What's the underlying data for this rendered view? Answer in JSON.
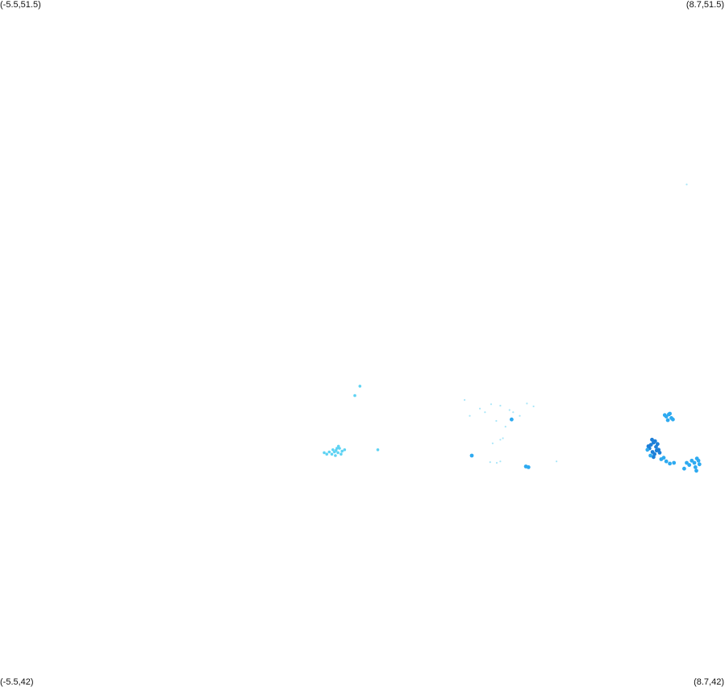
{
  "map": {
    "corner_labels": {
      "top_left": "(-5.5,51.5)",
      "top_right": "(8.7,51.5)",
      "bottom_left": "(-5.5,42)",
      "bottom_right": "(8.7,42)"
    },
    "bounds": {
      "lon_min": -5.5,
      "lon_max": 8.7,
      "lat_min": 42,
      "lat_max": 51.5
    },
    "colors": {
      "light": "#5fd3f3",
      "mid": "#2eaaf0",
      "dark": "#1d7fd8",
      "faint": "#a9e6f8"
    },
    "point_groups": [
      {
        "name": "cluster-west",
        "color": "light",
        "points": [
          [
            1.05,
            45.25
          ],
          [
            1.08,
            45.27
          ],
          [
            1.12,
            45.24
          ],
          [
            1.0,
            45.22
          ],
          [
            1.15,
            45.3
          ],
          [
            1.2,
            45.26
          ],
          [
            1.1,
            45.3
          ],
          [
            1.02,
            45.28
          ],
          [
            1.18,
            45.22
          ],
          [
            0.95,
            45.25
          ],
          [
            0.9,
            45.22
          ],
          [
            0.85,
            45.24
          ],
          [
            1.25,
            45.28
          ],
          [
            1.07,
            45.2
          ],
          [
            1.13,
            45.33
          ]
        ]
      },
      {
        "name": "cluster-west-north",
        "color": "light",
        "points": [
          [
            1.55,
            46.16
          ],
          [
            1.45,
            46.03
          ],
          [
            1.9,
            45.28
          ]
        ]
      },
      {
        "name": "scatter-central",
        "color": "faint",
        "points": [
          [
            3.6,
            45.97
          ],
          [
            3.9,
            45.85
          ],
          [
            4.12,
            45.91
          ],
          [
            4.3,
            45.89
          ],
          [
            4.48,
            45.83
          ],
          [
            4.55,
            45.8
          ],
          [
            4.68,
            45.75
          ],
          [
            4.82,
            45.92
          ],
          [
            4.95,
            45.88
          ],
          [
            4.0,
            45.8
          ],
          [
            4.4,
            45.6
          ],
          [
            4.22,
            45.68
          ],
          [
            4.35,
            45.44
          ],
          [
            4.3,
            45.42
          ],
          [
            4.15,
            45.37
          ],
          [
            4.1,
            45.11
          ],
          [
            4.23,
            45.1
          ],
          [
            4.3,
            45.12
          ],
          [
            3.7,
            45.75
          ],
          [
            5.4,
            45.12
          ]
        ]
      },
      {
        "name": "scatter-central-blue",
        "color": "mid",
        "points": [
          [
            3.74,
            45.2
          ],
          [
            4.8,
            45.05
          ],
          [
            4.85,
            45.04
          ],
          [
            4.52,
            45.7
          ]
        ]
      },
      {
        "name": "cluster-east-north",
        "color": "mid",
        "points": [
          [
            7.55,
            45.74
          ],
          [
            7.6,
            45.77
          ],
          [
            7.65,
            45.72
          ],
          [
            7.58,
            45.69
          ],
          [
            7.62,
            45.78
          ],
          [
            7.52,
            45.76
          ],
          [
            7.68,
            45.7
          ]
        ]
      },
      {
        "name": "cluster-east",
        "color": "dark",
        "points": [
          [
            7.25,
            45.35
          ],
          [
            7.3,
            45.38
          ],
          [
            7.35,
            45.32
          ],
          [
            7.22,
            45.3
          ],
          [
            7.4,
            45.28
          ],
          [
            7.28,
            45.25
          ],
          [
            7.32,
            45.22
          ],
          [
            7.38,
            45.36
          ],
          [
            7.2,
            45.33
          ],
          [
            7.27,
            45.42
          ],
          [
            7.42,
            45.24
          ],
          [
            7.3,
            45.18
          ],
          [
            7.36,
            45.27
          ],
          [
            7.33,
            45.4
          ]
        ]
      },
      {
        "name": "cluster-east-mid",
        "color": "mid",
        "points": [
          [
            7.45,
            45.15
          ],
          [
            7.55,
            45.12
          ],
          [
            7.62,
            45.09
          ],
          [
            7.7,
            45.1
          ],
          [
            7.5,
            45.17
          ],
          [
            7.18,
            45.28
          ],
          [
            7.24,
            45.2
          ]
        ]
      },
      {
        "name": "cluster-southeast",
        "color": "mid",
        "points": [
          [
            7.95,
            45.1
          ],
          [
            8.0,
            45.07
          ],
          [
            8.05,
            45.13
          ],
          [
            8.1,
            45.1
          ],
          [
            8.15,
            45.16
          ],
          [
            8.12,
            45.04
          ],
          [
            8.14,
            44.99
          ],
          [
            8.2,
            45.08
          ],
          [
            8.18,
            45.13
          ],
          [
            7.9,
            45.02
          ]
        ]
      },
      {
        "name": "outlier-northeast",
        "color": "faint",
        "points": [
          [
            7.95,
            48.95
          ]
        ]
      }
    ]
  }
}
